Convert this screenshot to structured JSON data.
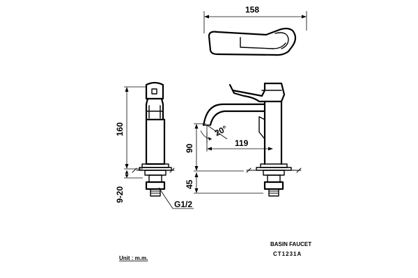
{
  "dimensions": {
    "width_top": "158",
    "height_front": "160",
    "thread_range": "9-20",
    "thread_spec": "G1/2",
    "spout_height": "90",
    "spout_reach": "119",
    "spout_angle": "20°",
    "base_offset": "45"
  },
  "notes": {
    "unit": "Unit : m.m.",
    "product_type": "BASIN FAUCET",
    "model": "CT1231A"
  }
}
